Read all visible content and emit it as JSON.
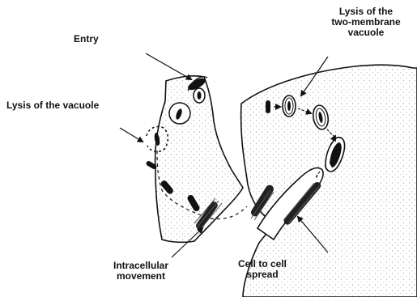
{
  "labels": {
    "entry": "Entry",
    "lysis_vacuole": "Lysis of the vacuole",
    "lysis_two_membrane_line1": "Lysis of the",
    "lysis_two_membrane_line2": "two-membrane",
    "lysis_two_membrane_line3": "vacuole",
    "intracellular_line1": "Intracellular",
    "intracellular_line2": "movement",
    "cell_spread_line1": "Cell to cell",
    "cell_spread_line2": "spread"
  },
  "colors": {
    "ink": "#111111",
    "stipple": "#9a9a9a",
    "background": "#ffffff"
  }
}
